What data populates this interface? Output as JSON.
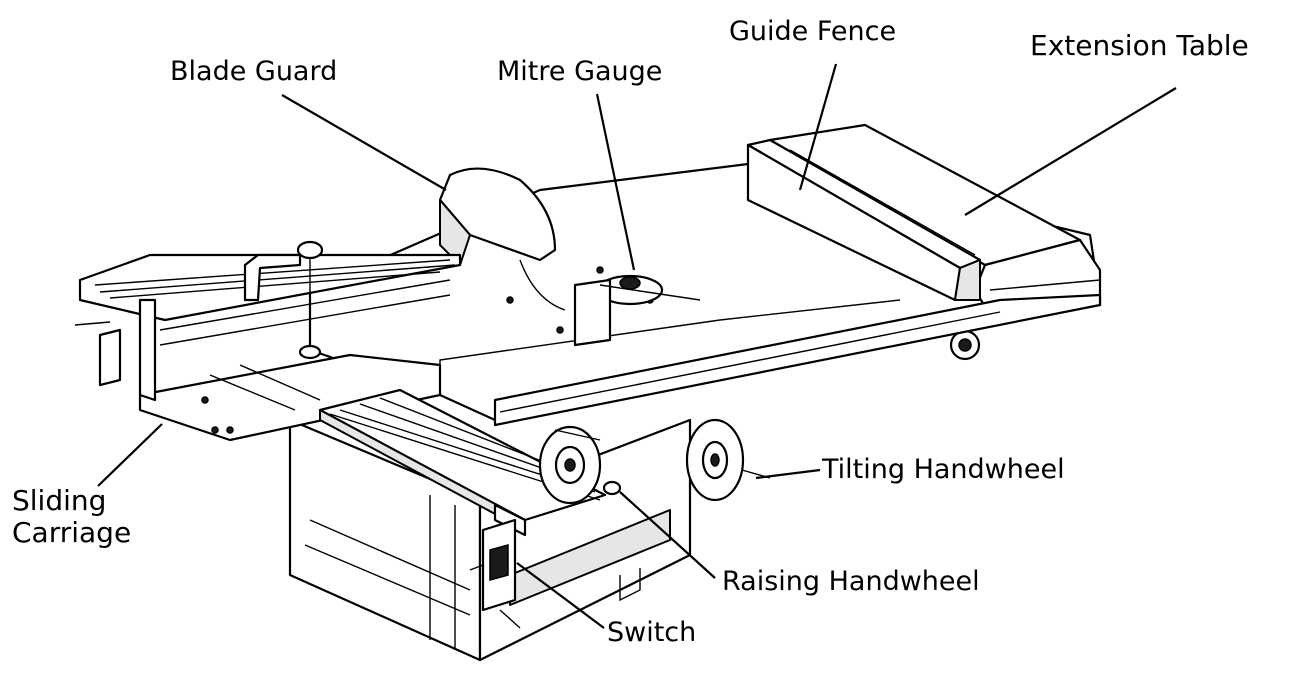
{
  "labels": {
    "blade_guard": "Blade  Guard",
    "mitre_gauge": "Mitre Gauge",
    "guide_fence": "Guide Fence",
    "extension_table": "Extension Table",
    "sliding_carriage_line1": "Sliding",
    "sliding_carriage_line2": "Carriage",
    "tilting_handwheel": "Tilting Handwheel",
    "raising_handwheel": "Raising Handwheel",
    "switch": "Switch"
  }
}
